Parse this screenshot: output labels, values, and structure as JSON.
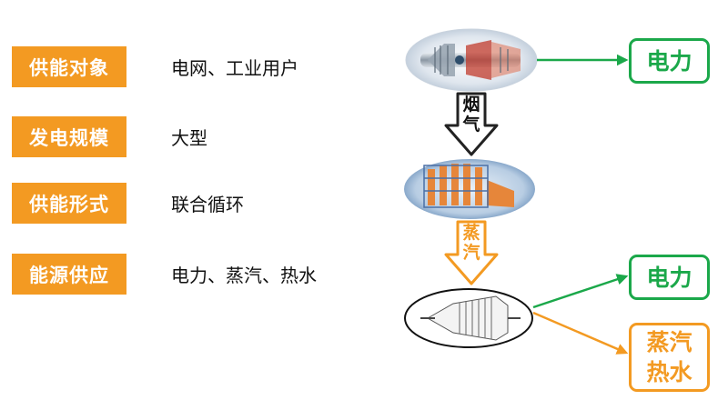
{
  "rows": [
    {
      "label": "供能对象",
      "value": "电网、工业用户"
    },
    {
      "label": "发电规模",
      "value": "大型"
    },
    {
      "label": "供能形式",
      "value": "联合循环"
    },
    {
      "label": "能源供应",
      "value": "电力、蒸汽、热水"
    }
  ],
  "flow": {
    "arrow1": {
      "line1": "烟",
      "line2": "气"
    },
    "arrow2": {
      "line1": "蒸",
      "line2": "汽"
    }
  },
  "outputs": {
    "top_power": "电力",
    "bottom_power": "电力",
    "bottom_heat": {
      "line1": "蒸汽",
      "line2": "热水"
    }
  },
  "colors": {
    "label_bg": "#f39a22",
    "green": "#1ba84a",
    "orange": "#f39a22"
  },
  "images": {
    "gas_turbine": "gas-turbine-cutaway-image",
    "hrsg": "heat-recovery-boiler-image",
    "steam_turbine": "steam-turbine-sketch-image"
  }
}
